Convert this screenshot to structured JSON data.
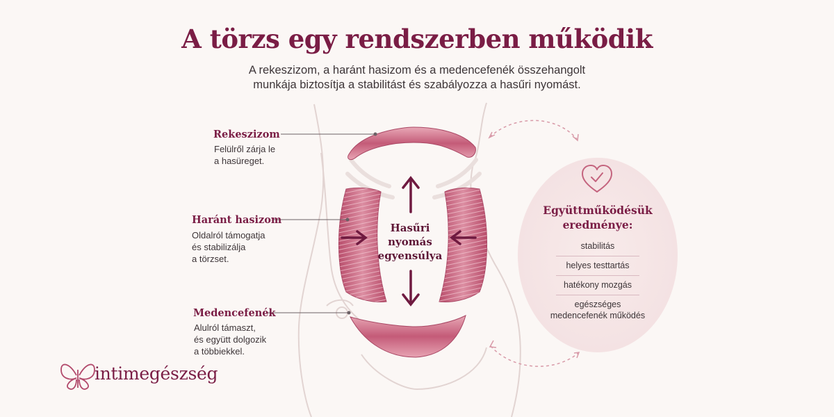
{
  "header": {
    "title": "A törzs egy rendszerben működik",
    "subtitle_line1": "A rekeszizom, a haránt hasizom és a medencefenék összehangolt",
    "subtitle_line2": "munkája biztosítja a stabilitást és szabályozza a hasűri nyomást."
  },
  "labels": {
    "diaphragm": {
      "title": "Rekeszizom",
      "lines": [
        "Felülről zárja le",
        "a hasüreget."
      ]
    },
    "transversus": {
      "title": "Haránt hasizom",
      "lines": [
        "Oldalról támogatja",
        "és stabilizálja",
        "a törzset."
      ]
    },
    "pelvic_floor": {
      "title": "Medencefenék",
      "lines": [
        "Alulról támaszt,",
        "és együtt dolgozik",
        "a többiekkel."
      ]
    }
  },
  "center": {
    "lines": [
      "Hasűri",
      "nyomás",
      "egyensúlya"
    ]
  },
  "result": {
    "icon": "heart-check-icon",
    "title_line1": "Együttműködésük",
    "title_line2": "eredménye:",
    "items": [
      "stabilitás",
      "helyes testtartás",
      "hatékony mozgás",
      "egészséges",
      "medencefenék működés"
    ]
  },
  "brand": {
    "name": "intimegészség",
    "icon": "butterfly-icon"
  },
  "colors": {
    "accent": "#7a1d45",
    "muscle": "#c9637f",
    "background": "#fbf7f5",
    "circle": "#f6e6e6"
  }
}
